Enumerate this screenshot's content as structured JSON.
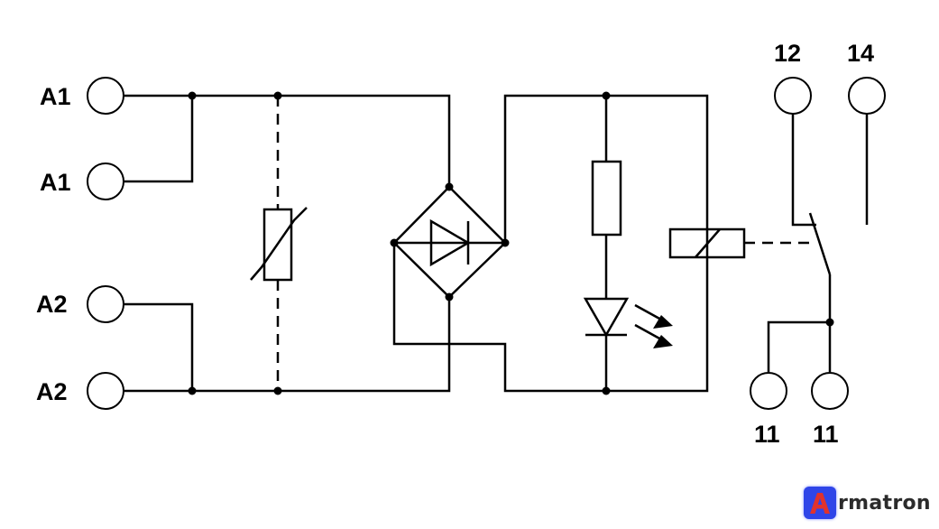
{
  "terminals": {
    "a1_top": "A1",
    "a1_bottom": "A1",
    "a2_top": "A2",
    "a2_bottom": "A2",
    "t12": "12",
    "t14": "14",
    "t11_left": "11",
    "t11_right": "11"
  },
  "logo": {
    "initial": "A",
    "rest": "rmatron",
    "accent_color": "#2f45e8",
    "letter_color": "#e0322c"
  }
}
